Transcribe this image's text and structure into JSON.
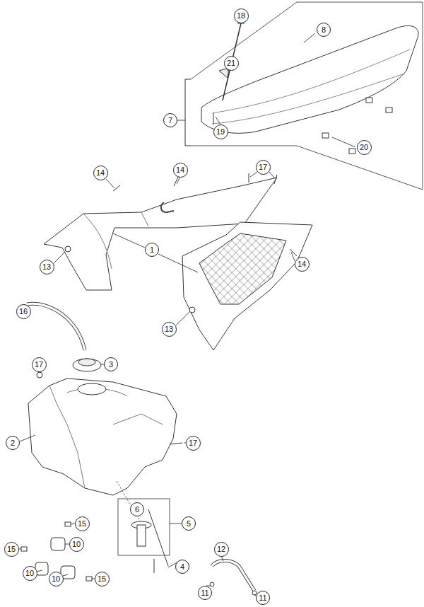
{
  "diagram": {
    "nodes": [
      {
        "text": [
          "18"
        ]
      },
      {
        "text": [
          "8"
        ]
      },
      {
        "text": [
          "21"
        ]
      },
      {
        "text": [
          "7"
        ]
      },
      {
        "text": [
          "19"
        ]
      },
      {
        "text": [
          "20"
        ]
      },
      {
        "text": [
          "14"
        ]
      },
      {
        "text": [
          "14"
        ]
      },
      {
        "text": [
          "17"
        ]
      },
      {
        "text": [
          "1"
        ]
      },
      {
        "text": [
          "13"
        ]
      },
      {
        "text": [
          "14"
        ]
      },
      {
        "text": [
          "16"
        ]
      },
      {
        "text": [
          "13"
        ]
      },
      {
        "text": [
          "17"
        ]
      },
      {
        "text": [
          "3"
        ]
      },
      {
        "text": [
          "2"
        ]
      },
      {
        "text": [
          "17"
        ]
      },
      {
        "text": [
          "6"
        ]
      },
      {
        "text": [
          "5"
        ]
      },
      {
        "text": [
          "15"
        ]
      },
      {
        "text": [
          "10"
        ]
      },
      {
        "text": [
          "15"
        ]
      },
      {
        "text": [
          "12"
        ]
      },
      {
        "text": [
          "4"
        ]
      },
      {
        "text": [
          "10"
        ]
      },
      {
        "text": [
          "10"
        ]
      },
      {
        "text": [
          "15"
        ]
      },
      {
        "text": [
          "11"
        ]
      },
      {
        "text": [
          "11"
        ]
      }
    ]
  }
}
